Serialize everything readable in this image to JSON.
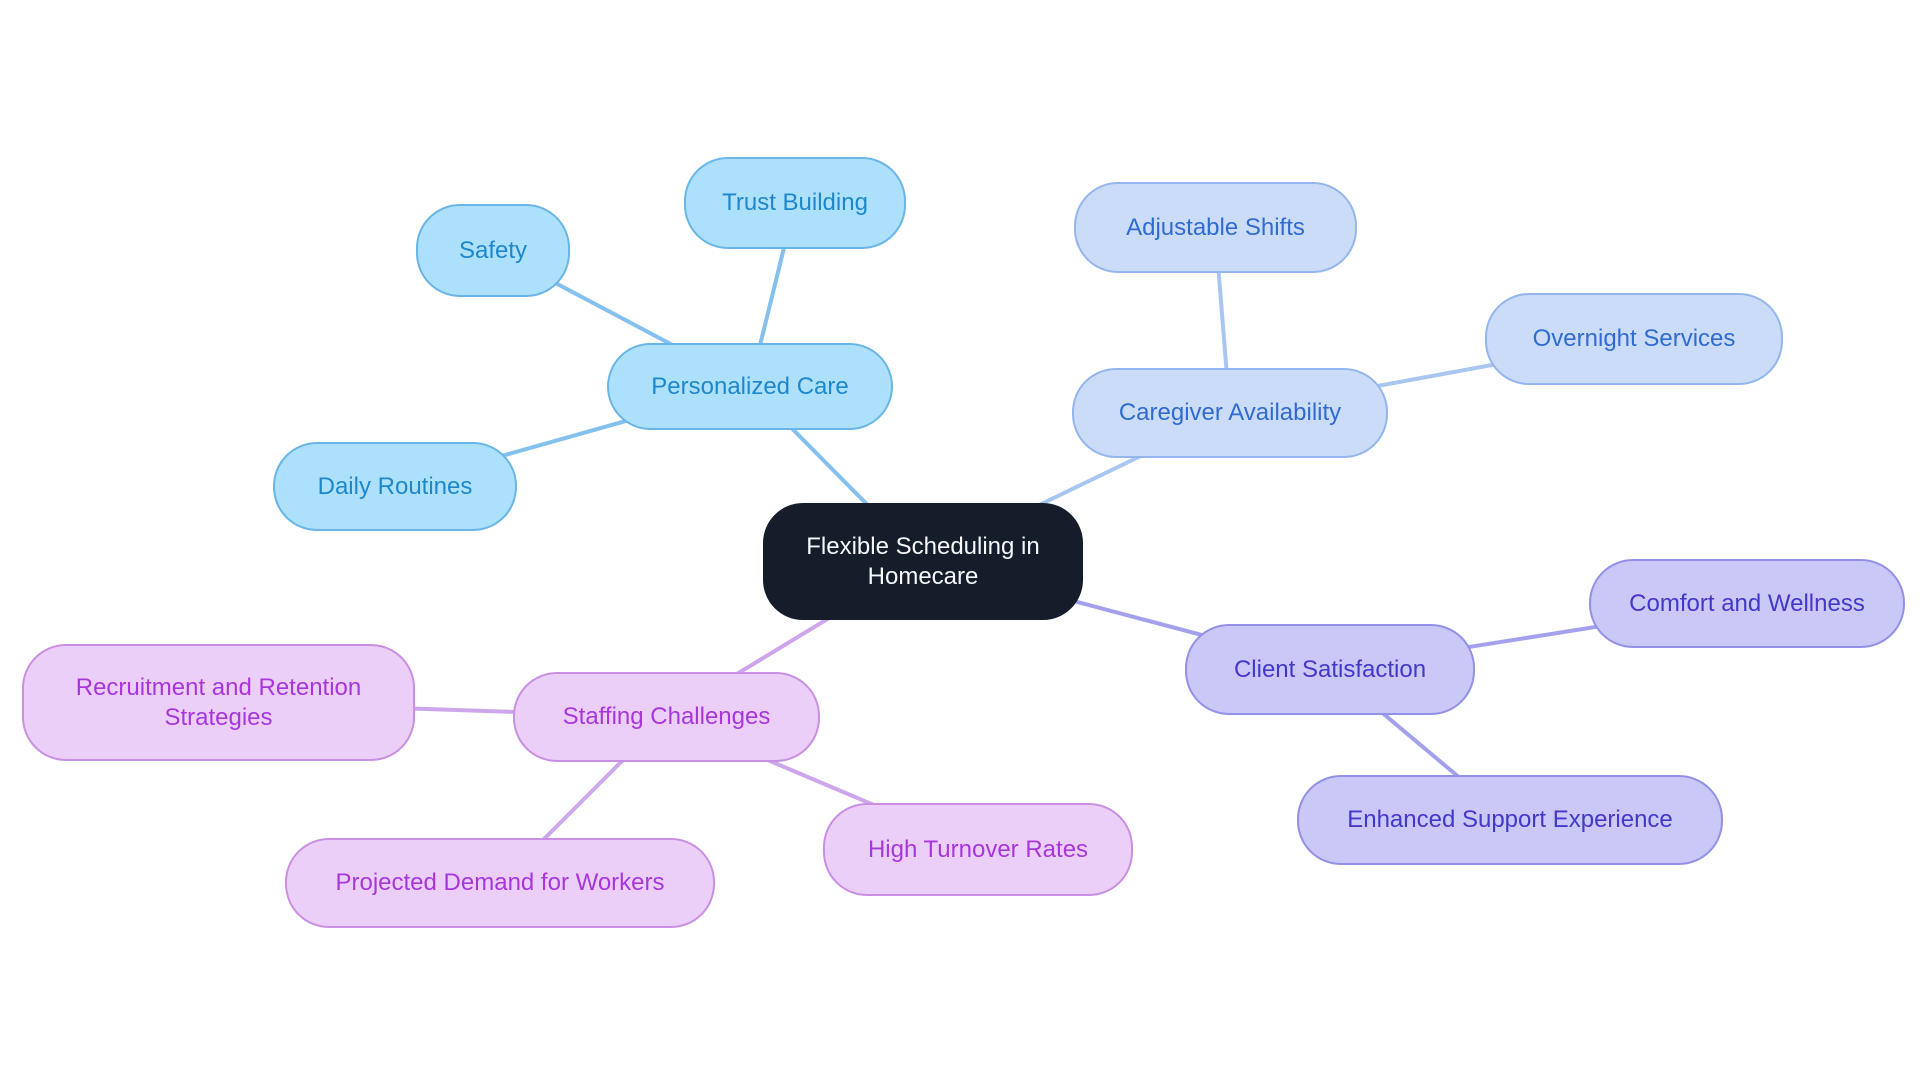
{
  "canvas": {
    "background": "#ffffff"
  },
  "mindmap": {
    "root": {
      "label": "Flexible Scheduling in Homecare",
      "fill": "#141d29",
      "text_color": "#f5f7fa"
    },
    "branches": [
      {
        "label": "Personalized Care",
        "colors": {
          "fill": "#ade1fb",
          "border": "#6ab5e7",
          "text": "#1e87cb",
          "line": "#85c1ee"
        },
        "children": [
          {
            "label": "Safety"
          },
          {
            "label": "Trust Building"
          },
          {
            "label": "Daily Routines"
          }
        ]
      },
      {
        "label": "Caregiver Availability",
        "colors": {
          "fill": "#cbdcf8",
          "border": "#94b6ee",
          "text": "#2f6bd0",
          "line": "#a9c6f2"
        },
        "children": [
          {
            "label": "Adjustable Shifts"
          },
          {
            "label": "Overnight Services"
          }
        ]
      },
      {
        "label": "Client Satisfaction",
        "colors": {
          "fill": "#c9c8f6",
          "border": "#9390e8",
          "text": "#4438c9",
          "line": "#a3a1ec"
        },
        "children": [
          {
            "label": "Comfort and Wellness"
          },
          {
            "label": "Enhanced Support Experience"
          }
        ]
      },
      {
        "label": "Staffing Challenges",
        "colors": {
          "fill": "#eccff8",
          "border": "#c98fe2",
          "text": "#a737dc",
          "line": "#cda6ec"
        },
        "children": [
          {
            "label": "Recruitment and Retention Strategies"
          },
          {
            "label": "Projected Demand for Workers"
          },
          {
            "label": "High Turnover Rates"
          }
        ]
      }
    ]
  }
}
